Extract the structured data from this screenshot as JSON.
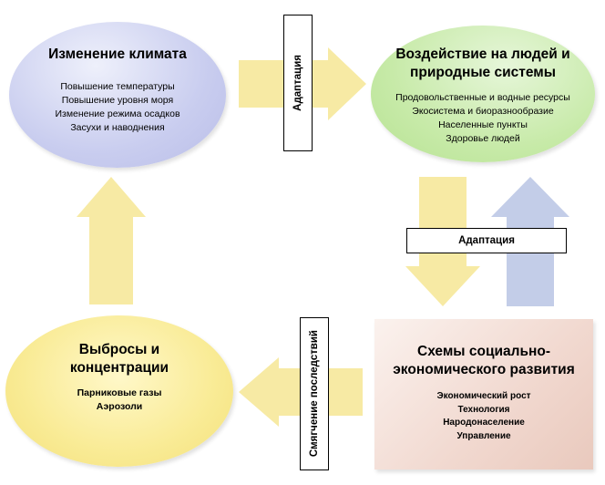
{
  "nodes": {
    "climate_change": {
      "title": "Изменение климата",
      "items": [
        "Повышение температуры",
        "Повышение уровня моря",
        "Изменение режима осадков",
        "Засухи и наводнения"
      ],
      "color": "#c9cdef"
    },
    "impacts": {
      "title_line1": "Воздействие на людей и",
      "title_line2": "природные системы",
      "items": [
        "Продовольственные и водные ресурсы",
        "Экосистема и биоразнообразие",
        "Населенные пункты",
        "Здоровье людей"
      ],
      "color": "#c7eaa8"
    },
    "emissions": {
      "title_line1": "Выбросы и",
      "title_line2": "концентрации",
      "items": [
        "Парниковые газы",
        "Аэрозоли"
      ],
      "color": "#f9eb95"
    },
    "socio_economic": {
      "title_line1": "Схемы социально-",
      "title_line2": "экономического развития",
      "items": [
        "Экономический рост",
        "Технология",
        "Народонаселение",
        "Управление"
      ],
      "color": "#f1d8cf"
    }
  },
  "labels": {
    "adaptation_top": "Адаптация",
    "adaptation_middle": "Адаптация",
    "mitigation": "Смягчение последствий"
  },
  "arrow_colors": {
    "yellow": "#f7eaa4",
    "blue": "#c3cde8"
  }
}
